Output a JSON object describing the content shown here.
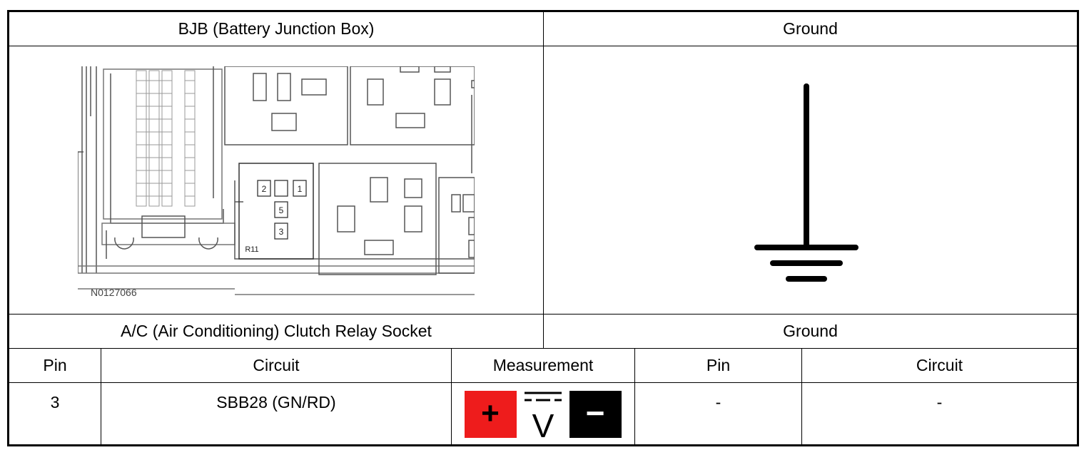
{
  "header": {
    "left_title": "BJB (Battery Junction Box)",
    "right_title": "Ground"
  },
  "diagram": {
    "figure_id": "N0127066",
    "relay_label": "R11",
    "pins": [
      "2",
      "1",
      "5",
      "3"
    ]
  },
  "subheader": {
    "left": "A/C (Air Conditioning) Clutch Relay Socket",
    "right": "Ground"
  },
  "table": {
    "columns": [
      "Pin",
      "Circuit",
      "Measurement",
      "Pin",
      "Circuit"
    ],
    "rows": [
      {
        "pin": "3",
        "circuit": "SBB28 (GN/RD)",
        "measurement": {
          "positive_symbol": "+",
          "meter_symbol": "V",
          "negative_symbol": "−"
        },
        "ground_pin": "-",
        "ground_circuit": "-"
      }
    ]
  },
  "colors": {
    "positive": "#ee1c1c",
    "negative": "#000000"
  },
  "icons": [
    "ground-symbol-icon",
    "positive-probe-icon",
    "dc-voltage-icon",
    "negative-probe-icon"
  ]
}
